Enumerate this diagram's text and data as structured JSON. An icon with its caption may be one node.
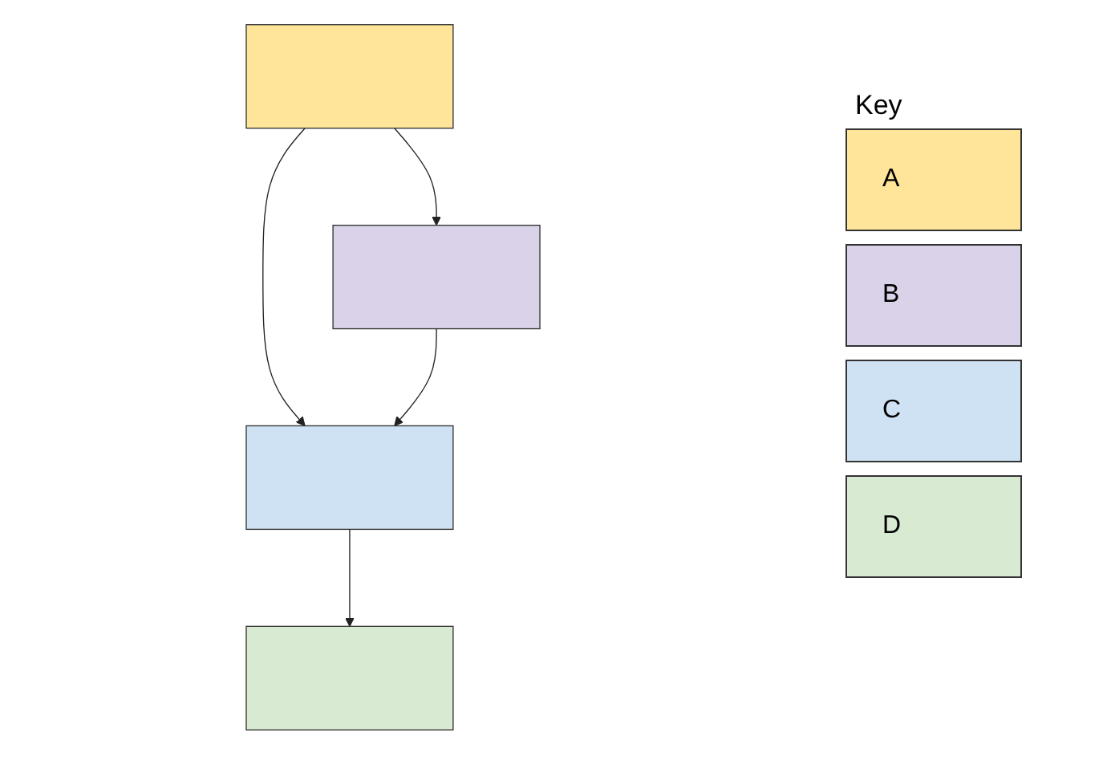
{
  "diagram": {
    "nodes": [
      {
        "text": [],
        "shape": "box"
      },
      {
        "text": [],
        "shape": "box"
      },
      {
        "text": [],
        "shape": "box"
      },
      {
        "text": [],
        "shape": "box"
      }
    ],
    "edges": [
      {
        "from": 0,
        "to": 2,
        "arrow": "to"
      },
      {
        "from": 0,
        "to": 1,
        "arrow": "to"
      },
      {
        "from": 1,
        "to": 2,
        "arrow": "to"
      },
      {
        "from": 2,
        "to": 3,
        "arrow": "to"
      }
    ],
    "labels": [
      "Key"
    ],
    "legend": [
      {
        "text": "A",
        "color": "#ffe599"
      },
      {
        "text": "B",
        "color": "#d9d2e9"
      },
      {
        "text": "C",
        "color": "#cfe2f3"
      },
      {
        "text": "D",
        "color": "#d9ead3"
      }
    ]
  }
}
